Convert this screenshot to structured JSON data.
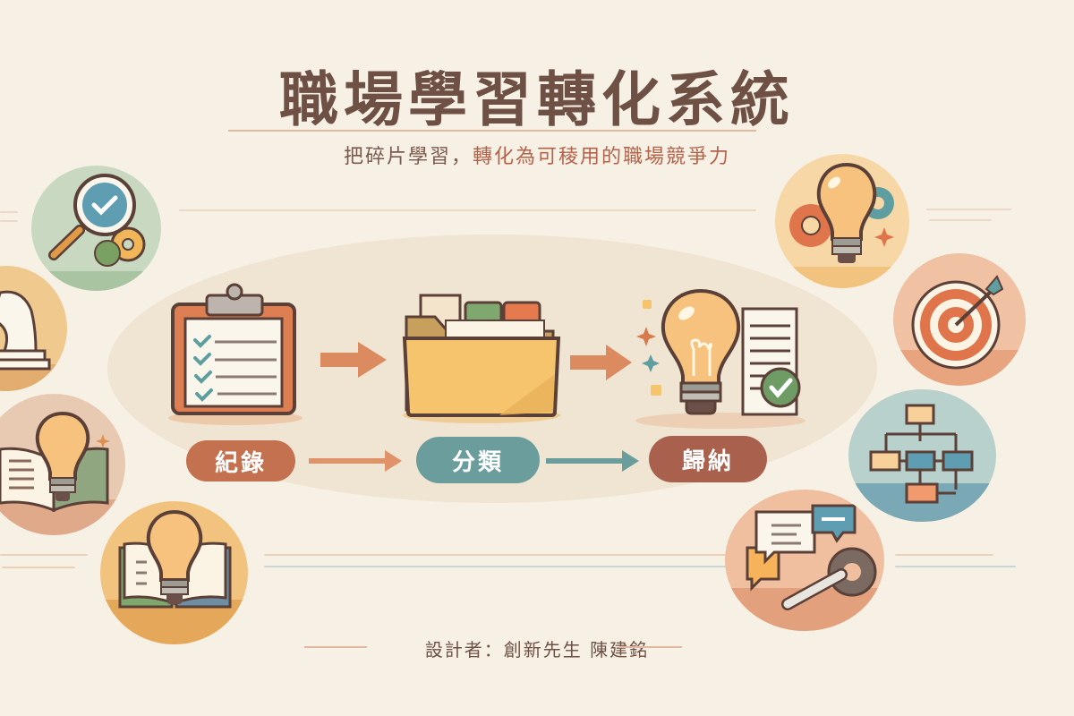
{
  "header": {
    "title": "職場學習轉化系統",
    "subtitle_part1": "把碎片學習，",
    "subtitle_part2": "轉化為可稜用的職場競爭力"
  },
  "process": {
    "steps": [
      {
        "label": "紀錄",
        "icon": "clipboard-checklist-icon",
        "color": "#c4714f"
      },
      {
        "label": "分類",
        "icon": "folder-icon",
        "color": "#6c9d9d"
      },
      {
        "label": "歸納",
        "icon": "lightbulb-document-icon",
        "color": "#a9614d"
      }
    ],
    "arrows": [
      {
        "from": "紀錄",
        "to": "分類",
        "color": "#e0936a"
      },
      {
        "from": "分類",
        "to": "歸納",
        "color": "#6c9d9d"
      }
    ]
  },
  "side_icons": {
    "left": [
      {
        "icon": "magnifier-check-gears-icon",
        "bg": "#c9d8c0"
      },
      {
        "icon": "chess-knight-icon",
        "bg": "#f0c98f"
      },
      {
        "icon": "lightbulb-book-icon",
        "bg": "#e8c9b2"
      },
      {
        "icon": "lightbulb-open-book-icon",
        "bg": "#f2c27f"
      }
    ],
    "right": [
      {
        "icon": "lightbulb-gears-icon",
        "bg": "#f7d7a6"
      },
      {
        "icon": "target-arrow-icon",
        "bg": "#f0c2a3"
      },
      {
        "icon": "flowchart-icon",
        "bg": "#b8d1cd"
      },
      {
        "icon": "chat-wrench-gear-icon",
        "bg": "#efbf9f"
      }
    ]
  },
  "footer": {
    "designer": "設計者：創新先生 陳建銘"
  },
  "colors": {
    "background": "#f7f0e4",
    "title": "#6e5045",
    "accent_terracotta": "#b4634a",
    "accent_teal": "#6c9d9d"
  }
}
